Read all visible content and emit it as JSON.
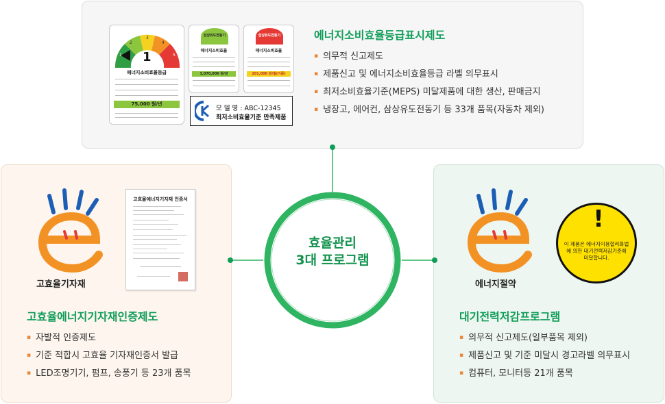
{
  "top": {
    "title": "에너지소비효율등급표시제도",
    "bullets": [
      "의무적 신고제도",
      "제품신고 및 에너지소비효율등급 라벨 의무표시",
      "최저소비효율기준(MEPS) 미달제품에 대한 생산, 판매금지",
      "냉장고, 에어컨, 삼상유도전동기 등 33개 품목(자동차 제외)"
    ],
    "label_main": {
      "title": "에너지소비효율등급",
      "grade": "1",
      "scale": [
        "1",
        "2",
        "3",
        "4",
        "5"
      ],
      "cost": "75,000 원/년"
    },
    "label_small_1": {
      "badge": "삼상유도전동기",
      "title": "에너지소비효율",
      "value": "3,070,000 원/년"
    },
    "label_small_2": {
      "badge": "삼상유도전동기",
      "title": "에너지소비효율",
      "value": "201,000 원/월(기준)"
    },
    "kc": {
      "model": "모 델 명 : ABC-12345",
      "standard": "최저소비효율기준 만족제품"
    }
  },
  "left": {
    "title": "고효율에너지기자재인증제도",
    "bullets": [
      "자발적 인증제도",
      "기준 적합시 고효율 기자재인증서 발급",
      "LED조명기기, 펌프, 송풍기 등 23개 품목"
    ],
    "logo_label": "고효율기자재",
    "certificate_title": "고효율에너지기자재 인증서"
  },
  "center": {
    "line1": "효율관리",
    "line2": "3대 프로그램"
  },
  "right": {
    "title": "대기전력저감프로그램",
    "bullets": [
      "의무적 신고제도(일부품목 제외)",
      "제품신고 및 기준 미달시 경고라벨 의무표시",
      "컴퓨터, 모니터등 21개 품목"
    ],
    "logo_label": "에너지절약",
    "warning_mark": "!",
    "warning_text": "이 제품은 에너지이용합리화법에 의한 대기전력저감기준에 미달합니다."
  },
  "colors": {
    "green": "#0f9d58",
    "ring": "#2fb462",
    "orange": "#f39224",
    "blue": "#1d5eb5",
    "yellow": "#ffe100"
  }
}
